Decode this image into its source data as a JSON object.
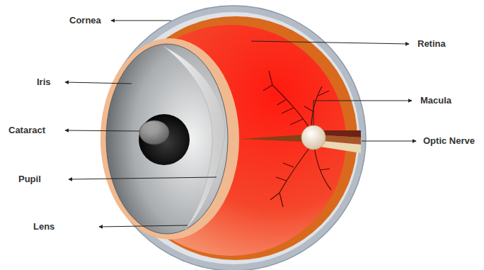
{
  "diagram": {
    "labels": [
      "Cornea",
      "Retina",
      "Iris",
      "Macula",
      "Cataract",
      "Optic Nerve",
      "Pupil",
      "Lens"
    ]
  }
}
